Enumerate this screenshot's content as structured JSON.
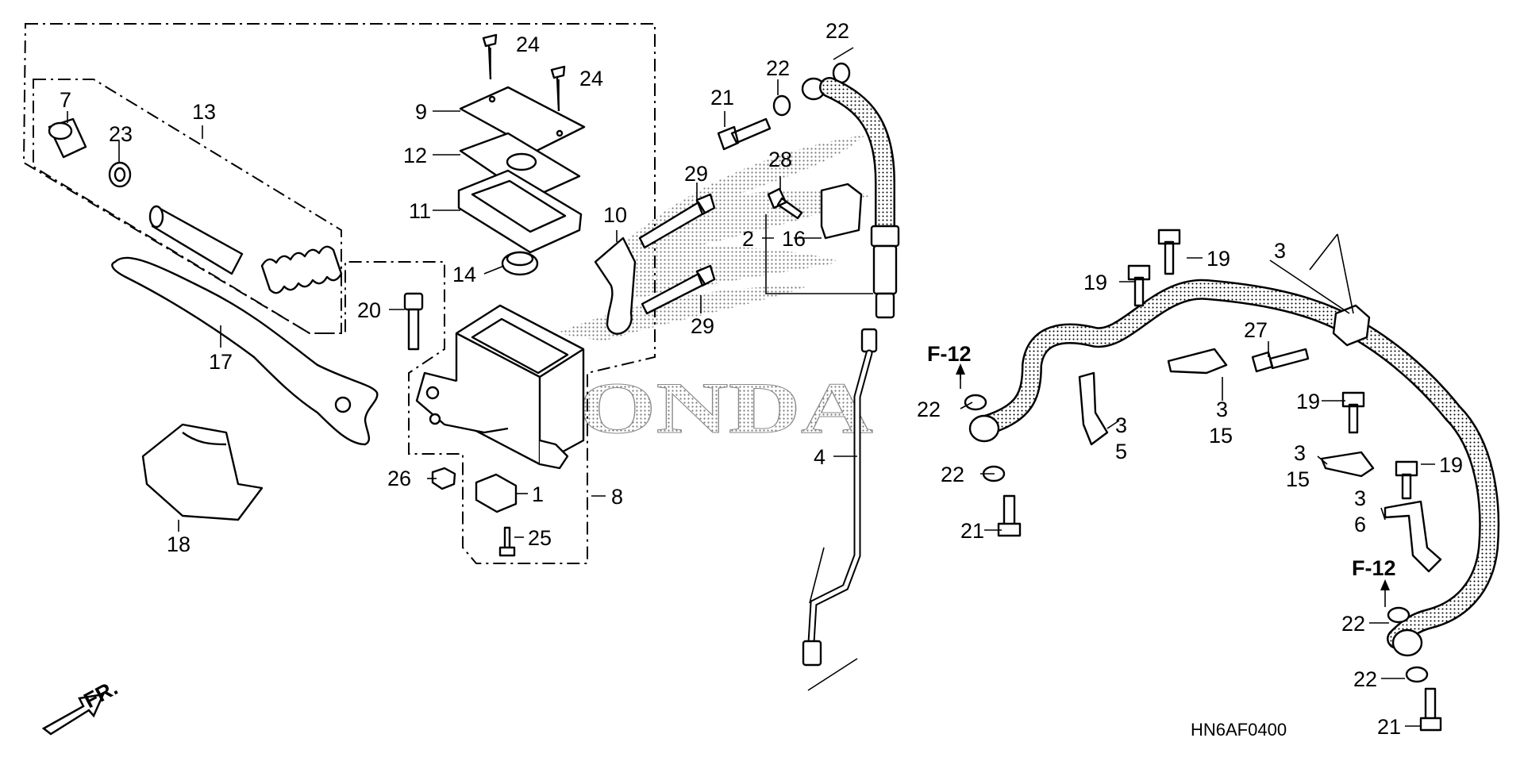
{
  "diagram": {
    "code": "HN6AF0400",
    "logo_text": "HONDA",
    "direction": "FR.",
    "callouts": [
      {
        "id": "c7",
        "text": "7"
      },
      {
        "id": "c23",
        "text": "23"
      },
      {
        "id": "c13",
        "text": "13"
      },
      {
        "id": "c17",
        "text": "17"
      },
      {
        "id": "c18",
        "text": "18"
      },
      {
        "id": "c24a",
        "text": "24"
      },
      {
        "id": "c24b",
        "text": "24"
      },
      {
        "id": "c9",
        "text": "9"
      },
      {
        "id": "c12",
        "text": "12"
      },
      {
        "id": "c11",
        "text": "11"
      },
      {
        "id": "c14",
        "text": "14"
      },
      {
        "id": "c10",
        "text": "10"
      },
      {
        "id": "c20",
        "text": "20"
      },
      {
        "id": "c26",
        "text": "26"
      },
      {
        "id": "c1",
        "text": "1"
      },
      {
        "id": "c25",
        "text": "25"
      },
      {
        "id": "c8",
        "text": "8"
      },
      {
        "id": "c29a",
        "text": "29"
      },
      {
        "id": "c29b",
        "text": "29"
      },
      {
        "id": "c21a",
        "text": "21"
      },
      {
        "id": "c22a",
        "text": "22"
      },
      {
        "id": "c22b",
        "text": "22"
      },
      {
        "id": "c28",
        "text": "28"
      },
      {
        "id": "c16",
        "text": "16"
      },
      {
        "id": "c2",
        "text": "2"
      },
      {
        "id": "c4",
        "text": "4"
      },
      {
        "id": "c22c",
        "text": "22"
      },
      {
        "id": "c22d",
        "text": "22"
      },
      {
        "id": "c21b",
        "text": "21"
      },
      {
        "id": "c19a",
        "text": "19"
      },
      {
        "id": "c19b",
        "text": "19"
      },
      {
        "id": "c3a",
        "text": "3"
      },
      {
        "id": "c3b",
        "text": "3"
      },
      {
        "id": "c5",
        "text": "5"
      },
      {
        "id": "c3c",
        "text": "3"
      },
      {
        "id": "c15a",
        "text": "15"
      },
      {
        "id": "c27",
        "text": "27"
      },
      {
        "id": "c19c",
        "text": "19"
      },
      {
        "id": "c3d",
        "text": "3"
      },
      {
        "id": "c15b",
        "text": "15"
      },
      {
        "id": "c19d",
        "text": "19"
      },
      {
        "id": "c3e",
        "text": "3"
      },
      {
        "id": "c6",
        "text": "6"
      },
      {
        "id": "c22e",
        "text": "22"
      },
      {
        "id": "c22f",
        "text": "22"
      },
      {
        "id": "c21c",
        "text": "21"
      }
    ],
    "refs": [
      {
        "id": "r1",
        "text": "F-12"
      },
      {
        "id": "r2",
        "text": "F-12"
      }
    ]
  }
}
